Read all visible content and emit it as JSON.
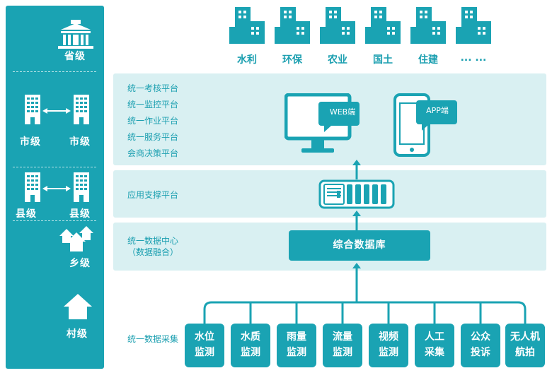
{
  "levels": {
    "province": "省级",
    "city_left": "市级",
    "city_right": "市级",
    "county_left": "县级",
    "county_right": "县级",
    "township": "乡级",
    "village": "村级"
  },
  "departments": [
    "水利",
    "环保",
    "农业",
    "国土",
    "住建",
    "... ..."
  ],
  "platform_band": {
    "items": [
      "统一考核平台",
      "统一监控平台",
      "统一作业平台",
      "统一服务平台",
      "会商决策平台"
    ],
    "web_label": "WEB端",
    "app_label": "APP端"
  },
  "support_band": {
    "label": "应用支撑平台"
  },
  "data_band": {
    "label_line1": "统一数据中心",
    "label_line2": "（数据融合）",
    "db_label": "综合数据库"
  },
  "collection": {
    "label": "统一数据采集",
    "sources": [
      {
        "line1": "水位",
        "line2": "监测"
      },
      {
        "line1": "水质",
        "line2": "监测"
      },
      {
        "line1": "雨量",
        "line2": "监测"
      },
      {
        "line1": "流量",
        "line2": "监测"
      },
      {
        "line1": "视频",
        "line2": "监测"
      },
      {
        "line1": "人工",
        "line2": "采集"
      },
      {
        "line1": "公众",
        "line2": "投诉"
      },
      {
        "line1": "无人机",
        "line2": "航拍"
      }
    ]
  },
  "colors": {
    "primary": "#1aa3b3",
    "band": "#d9f0f2",
    "text": "#1b9fb0"
  }
}
